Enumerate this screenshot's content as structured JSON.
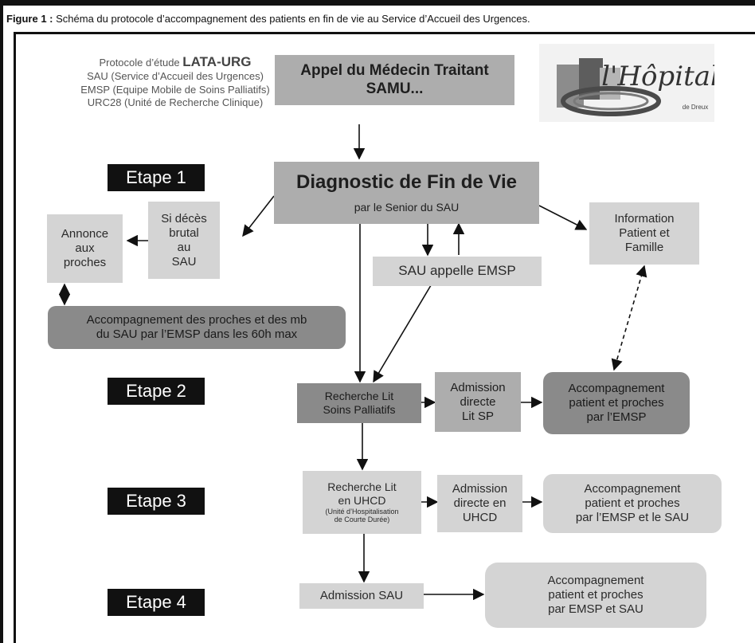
{
  "caption": {
    "prefix": "Figure 1 :",
    "text": " Schéma du protocole d’accompagnement des patients en fin de vie au Service d’Accueil des Urgences."
  },
  "info": {
    "line1_prefix": "Protocole d’étude ",
    "line1_bold": "LATA-URG",
    "line2": "SAU (Service d’Accueil des Urgences)",
    "line3": "EMSP (Equipe Mobile de Soins Palliatifs)",
    "line4": "URC28 (Unité de Recherche Clinique)"
  },
  "logo": {
    "main": "l'Hôpital",
    "sub": "de Dreux"
  },
  "boxes": {
    "appel_line1": "Appel du Médecin Traitant",
    "appel_line2": "SAMU...",
    "diagnostic_title": "Diagnostic de Fin de Vie",
    "diagnostic_sub": "par le Senior du SAU",
    "deces_line1": "Si décès",
    "deces_line2": "brutal",
    "deces_line3": "au",
    "deces_line4": "SAU",
    "annonce_line1": "Annonce",
    "annonce_line2": "aux",
    "annonce_line3": "proches",
    "information_line1": "Information",
    "information_line2": "Patient et",
    "information_line3": "Famille",
    "sau_emsp": "SAU appelle EMSP",
    "accomp_proches_line1": "Accompagnement des proches et des mb",
    "accomp_proches_line2": "du SAU par l’EMSP dans les 60h max",
    "recherche_sp_line1": "Recherche Lit",
    "recherche_sp_line2": "Soins Palliatifs",
    "admission_sp_line1": "Admission",
    "admission_sp_line2": "directe",
    "admission_sp_line3": "Lit SP",
    "accomp_emsp_line1": "Accompagnement",
    "accomp_emsp_line2": "patient et proches",
    "accomp_emsp_line3": "par l’EMSP",
    "recherche_uhcd_line1": "Recherche Lit",
    "recherche_uhcd_line2": "en UHCD",
    "recherche_uhcd_small1": "(Unité d’Hospitalisation",
    "recherche_uhcd_small2": "de Courte Durée)",
    "admission_uhcd_line1": "Admission",
    "admission_uhcd_line2": "directe en",
    "admission_uhcd_line3": "UHCD",
    "accomp_uhcd_line1": "Accompagnement",
    "accomp_uhcd_line2": "patient et proches",
    "accomp_uhcd_line3": "par l’EMSP et le SAU",
    "admission_sau": "Admission SAU",
    "accomp_sau_line1": "Accompagnement",
    "accomp_sau_line2": "patient et proches",
    "accomp_sau_line3": "par EMSP et SAU"
  },
  "steps": {
    "etape1": "Etape 1",
    "etape2": "Etape 2",
    "etape3": "Etape 3",
    "etape4": "Etape 4"
  }
}
